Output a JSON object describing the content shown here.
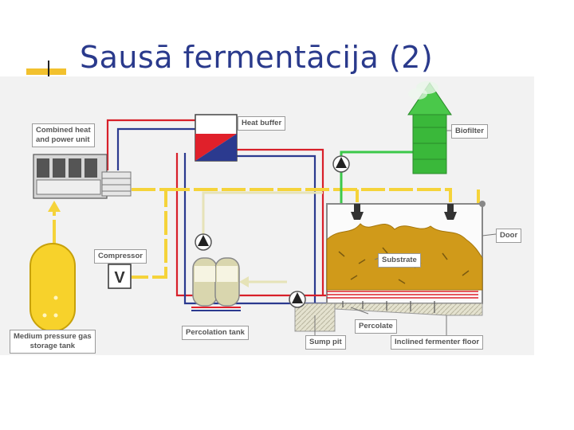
{
  "slide": {
    "title": "Sausā fermentācija (2)"
  },
  "diagram": {
    "labels": {
      "chp": [
        "Combined heat",
        "and power unit"
      ],
      "heat_buffer": "Heat buffer",
      "biofilter": "Biofilter",
      "door": "Door",
      "compressor": "Compressor",
      "substrate": "Substrate",
      "percolation_tank": "Percolation tank",
      "percolate": "Percolate",
      "gas_storage": [
        "Medium pressure gas",
        "storage tank"
      ],
      "sump_pit": "Sump pit",
      "floor": "Inclined fermenter floor"
    },
    "compressor_symbol": "V",
    "colors": {
      "hot_line": "#d8202a",
      "cold_line": "#2b3a8f",
      "gas_line": "#f5d33a",
      "biofilter_air": "#3cc84a",
      "percolate_line": "#e6e3b8",
      "substrate": "#d09a1a",
      "gas_tank": "#f7d22b",
      "biofilter": "#3ab83a"
    }
  }
}
